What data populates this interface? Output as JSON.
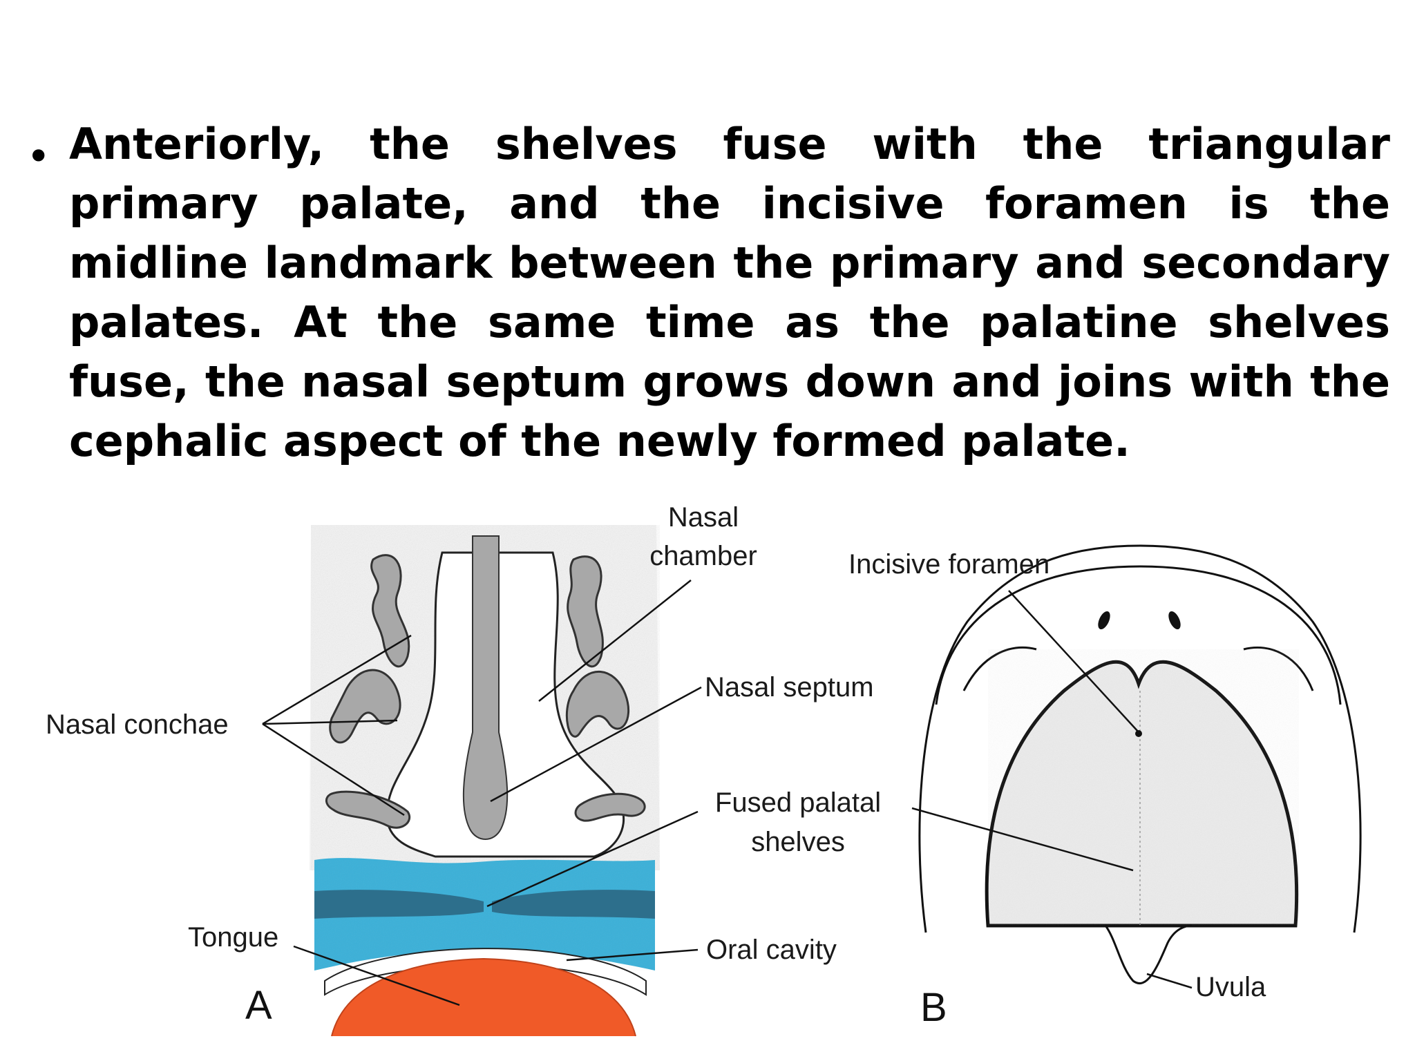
{
  "slide": {
    "bullet_symbol": "•",
    "body_text": "Anteriorly, the shelves fuse with the triangular primary palate, and the incisive foramen is the midline landmark between the primary and secondary palates. At the same time as the palatine shelves fuse, the nasal septum grows down and joins with the cephalic aspect of the newly formed palate."
  },
  "figure": {
    "panel_a": {
      "letter": "A",
      "labels": {
        "nasal_chamber_line1": "Nasal",
        "nasal_chamber_line2": "chamber",
        "nasal_conchae": "Nasal conchae",
        "nasal_septum": "Nasal septum",
        "fused_shelves_line1": "Fused palatal",
        "fused_shelves_line2": "shelves",
        "tongue": "Tongue",
        "oral_cavity": "Oral cavity"
      }
    },
    "panel_b": {
      "letter": "B",
      "labels": {
        "incisive_foramen": "Incisive foramen",
        "uvula": "Uvula"
      }
    },
    "colors": {
      "palate_blue": "#3ab0d8",
      "shelf_dark": "#2d6f8c",
      "tongue_orange": "#f05a28",
      "tissue_gray": "#a8a8a8"
    }
  }
}
